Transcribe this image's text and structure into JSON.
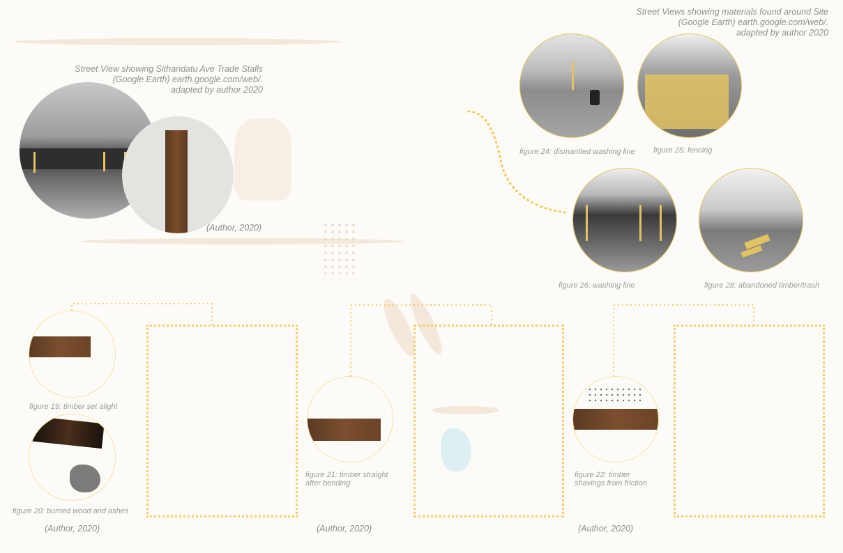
{
  "top_left": {
    "credit": [
      "Street View showing Sithandatu Ave Trade Stalls",
      "(Google Earth) earth.google.com/web/.",
      "adapted by author 2020"
    ],
    "author": "(Author, 2020)"
  },
  "top_right": {
    "credit": [
      "Street Views showing materials found around Site",
      "(Google Earth) earth.google.com/web/.",
      "adapted by author 2020"
    ],
    "captions": {
      "fig24": "figure 24: dismantled washing line",
      "fig25": "figure 25: fencing",
      "fig26": "figure 26: washing line",
      "fig28": "figure 28: abandoned timber/trash"
    }
  },
  "bottom": {
    "fig19": "figure 19: timber set alight",
    "fig20": "figure 20: burned wood and ashes",
    "fig21": [
      "figure 21: timber straight",
      "after bending"
    ],
    "fig22": [
      "figure 22: timber",
      "shavings from friction"
    ],
    "authors": [
      "(Author, 2020)",
      "(Author, 2020)",
      "(Author, 2020)"
    ]
  },
  "colors": {
    "background": "#fdfbf7",
    "gold": "#f0c84c",
    "timber": "#6b4326",
    "brush": "#efe2d0"
  }
}
